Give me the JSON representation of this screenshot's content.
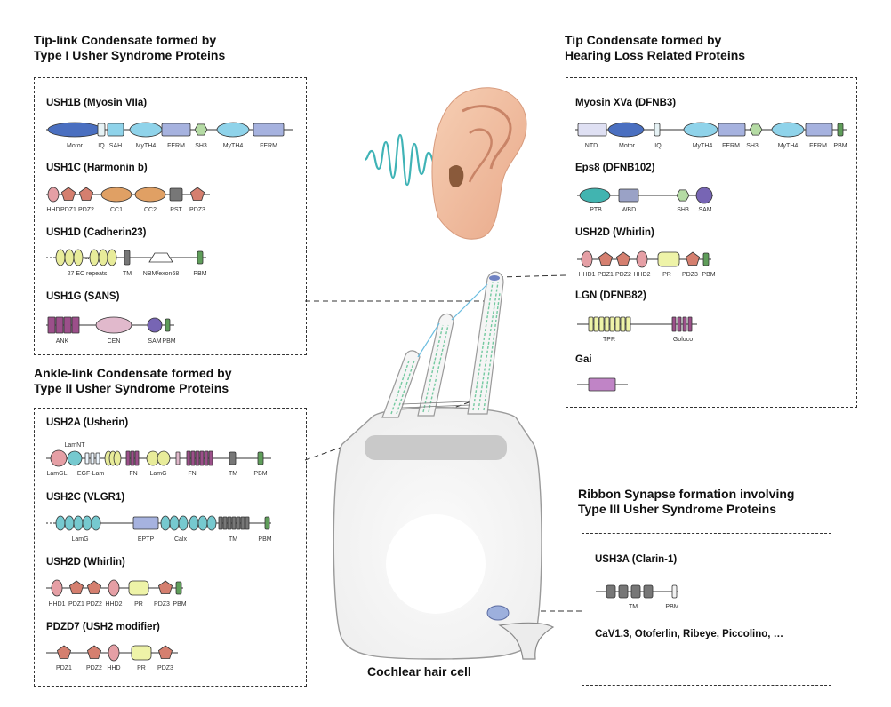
{
  "panels": {
    "tiplink": {
      "title1": "Tip-link Condensate formed by",
      "title2": "Type I Usher Syndrome Proteins",
      "proteins": [
        {
          "name": "USH1B (Myosin VIIa)",
          "labels": [
            "Motor",
            "IQ",
            "SAH",
            "MyTH4",
            "FERM",
            "SH3",
            "MyTH4",
            "FERM"
          ]
        },
        {
          "name": "USH1C (Harmonin b)",
          "labels": [
            "HHD",
            "PDZ1",
            "PDZ2",
            "CC1",
            "CC2",
            "PST",
            "PDZ3"
          ]
        },
        {
          "name": "USH1D (Cadherin23)",
          "labels": [
            "27 EC repeats",
            "TM",
            "NBM/exon68",
            "PBM"
          ]
        },
        {
          "name": "USH1G (SANS)",
          "labels": [
            "ANK",
            "CEN",
            "SAM",
            "PBM"
          ]
        }
      ]
    },
    "ankle": {
      "title1": "Ankle-link Condensate formed by",
      "title2": "Type II Usher Syndrome Proteins",
      "proteins": [
        {
          "name": "USH2A (Usherin)",
          "labels": [
            "LamNT",
            "LamGL",
            "EGF-Lam",
            "FN",
            "LamG",
            "FN",
            "TM",
            "PBM"
          ]
        },
        {
          "name": "USH2C (VLGR1)",
          "labels": [
            "LamG",
            "EPTP",
            "Calx",
            "TM",
            "PBM"
          ]
        },
        {
          "name": "USH2D (Whirlin)",
          "labels": [
            "HHD1",
            "PDZ1",
            "PDZ2",
            "HHD2",
            "PR",
            "PDZ3",
            "PBM"
          ]
        },
        {
          "name": "PDZD7 (USH2 modifier)",
          "labels": [
            "PDZ1",
            "PDZ2",
            "HHD",
            "PR",
            "PDZ3"
          ]
        }
      ]
    },
    "tip": {
      "title1": "Tip Condensate formed by",
      "title2": "Hearing Loss Related Proteins",
      "proteins": [
        {
          "name": "Myosin XVa (DFNB3)",
          "labels": [
            "NTD",
            "Motor",
            "IQ",
            "MyTH4",
            "FERM",
            "SH3",
            "MyTH4",
            "FERM",
            "PBM"
          ]
        },
        {
          "name": "Eps8 (DFNB102)",
          "labels": [
            "PTB",
            "WBD",
            "SH3",
            "SAM"
          ]
        },
        {
          "name": "USH2D (Whirlin)",
          "labels": [
            "HHD1",
            "PDZ1",
            "PDZ2",
            "HHD2",
            "PR",
            "PDZ3",
            "PBM"
          ]
        },
        {
          "name": "LGN (DFNB82)",
          "labels": [
            "TPR",
            "Goloco"
          ]
        },
        {
          "name": "Gai",
          "labels": []
        }
      ]
    },
    "ribbon": {
      "title1": "Ribbon Synapse formation involving",
      "title2": "Type III Usher Syndrome Proteins",
      "proteins": [
        {
          "name": "USH3A (Clarin-1)",
          "labels": [
            "TM",
            "PBM"
          ]
        }
      ],
      "others": "CaV1.3, Otoferlin, Ribeye, Piccolino, …"
    }
  },
  "cell_caption": "Cochlear hair cell",
  "colors": {
    "motor": "#4a6fc0",
    "light_blue": "#8fd3ea",
    "periwinkle": "#a6b2df",
    "sh3_green": "#b5dba4",
    "pbm_green": "#5f9e5a",
    "hhd_pink": "#e59fa5",
    "pdz_salmon": "#d57f6f",
    "cc_orange": "#e0a064",
    "pst_gray": "#777777",
    "ec_yellow": "#e8ec9a",
    "ank_purple": "#9c4f8a",
    "cen_mauve": "#e1b9cc",
    "sam_violet": "#7765b4",
    "teal": "#41b4b0",
    "lamg_teal": "#76c9cf",
    "stereocilia_green": "#74c9a0",
    "gai_purple": "#c084c6"
  }
}
